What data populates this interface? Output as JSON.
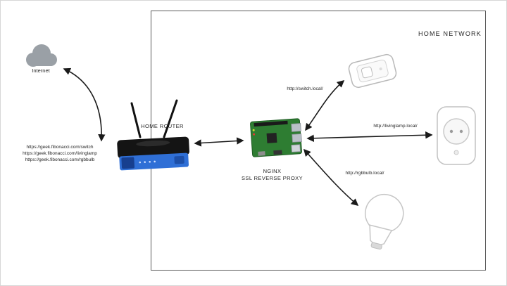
{
  "diagram": {
    "home_network_label": "HOME NETWORK",
    "internet_label": "Internet",
    "router_label": "HOME ROUTER",
    "proxy_label_line1": "NGINX",
    "proxy_label_line2": "SSL REVERSE PROXY",
    "client_urls": [
      "https://geek.fibonacci.com/switch",
      "https://geek.fibonacci.com/livinglamp",
      "https://geek.fibonacci.com/rgbbulb"
    ],
    "endpoint_labels": {
      "switch": "http://switch.local/",
      "livinglamp": "http://livinglamp.local/",
      "rgbbulb": "http://rgbbulb.local/"
    },
    "colors": {
      "cloud": "#9aa0a6",
      "router_body": "#141414",
      "router_front": "#2f6fd6",
      "pi_board": "#2e7d32",
      "outline": "#5a5a5a",
      "arrow": "#1a1a1a"
    }
  }
}
